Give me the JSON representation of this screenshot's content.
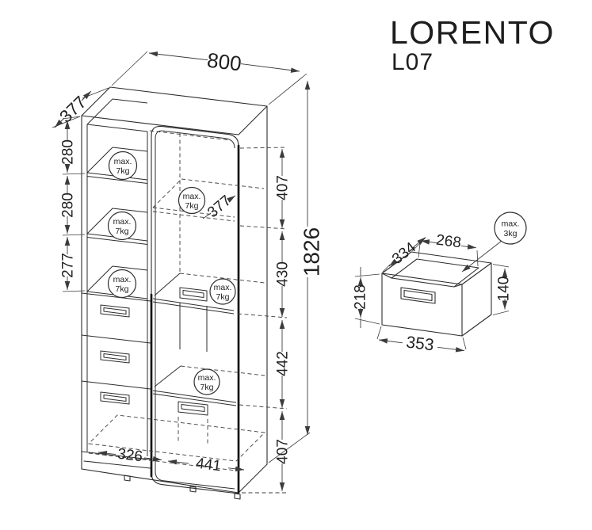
{
  "header": {
    "brand": "LORENTO",
    "model": "L07"
  },
  "colors": {
    "ink": "#2d2d2d",
    "dim": "#3c3c3c",
    "edge_dark": "#161616",
    "background": "#ffffff"
  },
  "cabinet": {
    "width_mm": "800",
    "depth_mm": "377",
    "height_mm": "1826",
    "left_sections": [
      "280",
      "280",
      "277"
    ],
    "right_sections": [
      "407",
      "430",
      "442",
      "407"
    ],
    "interior_depth_mm": "377",
    "floor_widths": [
      "326",
      "441"
    ],
    "shelf_load": {
      "line1": "max.",
      "line2": "7kg"
    }
  },
  "drawer": {
    "inner_depth_mm": "334",
    "inner_width_mm": "268",
    "inner_height_mm": "140",
    "front_height_mm": "218",
    "width_mm": "353",
    "load": {
      "line1": "max.",
      "line2": "3kg"
    }
  }
}
